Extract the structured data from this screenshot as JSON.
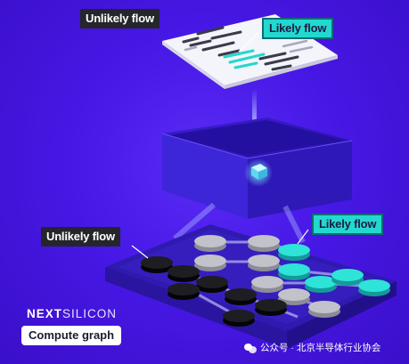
{
  "labels": {
    "top_unlikely": "Unlikely flow",
    "top_likely": "Likely flow",
    "mid_unlikely": "Unlikely flow",
    "mid_likely": "Likely flow"
  },
  "brand": {
    "part1": "NEXT",
    "part2": "SILICON",
    "tag": "Compute graph"
  },
  "watermark": {
    "icon": "wechat-icon",
    "text": "公众号 · 北京半导体行业协会"
  },
  "colors": {
    "background": "#4718e6",
    "likely_teal": "#23d8cf",
    "unlikely_dark": "#24262b",
    "node_grey": "#bcbcc4",
    "node_black": "#151519"
  }
}
